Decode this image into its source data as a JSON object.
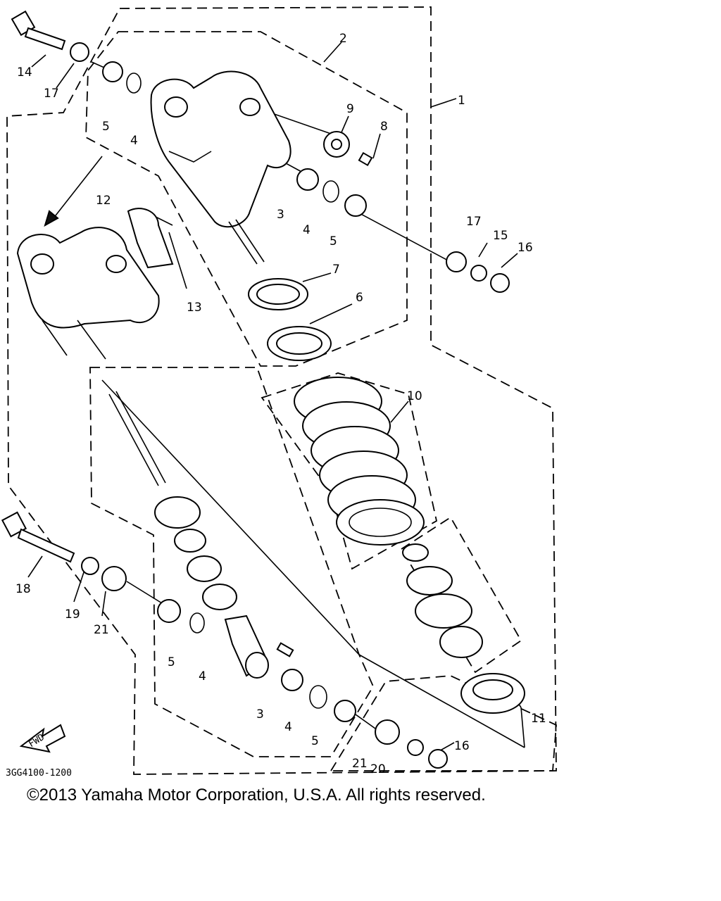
{
  "diagram": {
    "drawing_code": "3GG4100-1200",
    "fwd_label": "FWD",
    "copyright": "©2013 Yamaha Motor Corporation, U.S.A. All rights reserved.",
    "callouts": {
      "c1": "1",
      "c2": "2",
      "c3a": "3",
      "c3b": "3",
      "c4a": "4",
      "c4b": "4",
      "c4c": "4",
      "c4d": "4",
      "c5a": "5",
      "c5b": "5",
      "c5c": "5",
      "c5d": "5",
      "c6": "6",
      "c7": "7",
      "c8": "8",
      "c9": "9",
      "c10": "10",
      "c11": "11",
      "c12": "12",
      "c13": "13",
      "c14": "14",
      "c15": "15",
      "c16a": "16",
      "c16b": "16",
      "c17a": "17",
      "c17b": "17",
      "c18": "18",
      "c19": "19",
      "c20": "20",
      "c21a": "21",
      "c21b": "21"
    }
  }
}
